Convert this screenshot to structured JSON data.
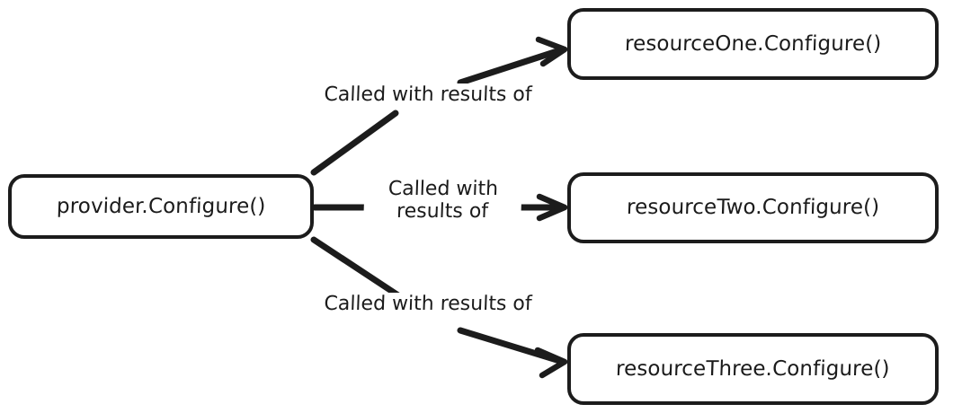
{
  "diagram": {
    "type": "flow-diagram",
    "background_color": "#ffffff",
    "stroke_color": "#1c1c1c",
    "text_color": "#1b1b1b",
    "nodes": [
      {
        "id": "provider",
        "label": "provider.Configure()"
      },
      {
        "id": "resource_one",
        "label": "resourceOne.Configure()"
      },
      {
        "id": "resource_two",
        "label": "resourceTwo.Configure()"
      },
      {
        "id": "resource_three",
        "label": "resourceThree.Configure()"
      }
    ],
    "edges": [
      {
        "id": "edge_one",
        "from": "provider",
        "to": "resource_one",
        "label": "Called with results of"
      },
      {
        "id": "edge_two",
        "from": "provider",
        "to": "resource_two",
        "label": "Called with\nresults of"
      },
      {
        "id": "edge_three",
        "from": "provider",
        "to": "resource_three",
        "label": "Called with results of"
      }
    ]
  }
}
